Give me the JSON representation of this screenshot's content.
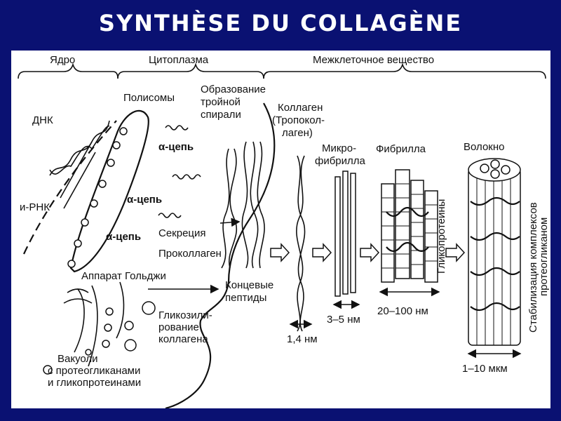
{
  "title": "SYNTHÈSE DU COLLAGÈNE",
  "regions": {
    "nucleus": "Ядро",
    "cytoplasm": "Цитоплазма",
    "extracellular": "Межклеточное вещество"
  },
  "labels": {
    "dna": "ДНК",
    "mrna": "и-РНК",
    "polysomes": "Полисомы",
    "alpha_chain_1": "α-цепь",
    "alpha_chain_2": "α-цепь",
    "alpha_chain_3": "α-цепь",
    "triple_helix_l1": "Образование",
    "triple_helix_l2": "тройной",
    "triple_helix_l3": "спирали",
    "secretion": "Секреция",
    "procollagen": "Проколлаген",
    "golgi": "Аппарат Гольджи",
    "end_peptides_l1": "Концевые",
    "end_peptides_l2": "пептиды",
    "glycosylation_l1": "Гликозили-",
    "glycosylation_l2": "рование",
    "glycosylation_l3": "коллагена",
    "vacuoles_l1": "Вакуоли",
    "vacuoles_l2": "с протеогликанами",
    "vacuoles_l3": "и гликопротеинами",
    "collagen_l1": "Коллаген",
    "collagen_l2": "(Тропокол-",
    "collagen_l3": "лаген)",
    "microfibril_l1": "Микро-",
    "microfibril_l2": "фибрилла",
    "fibril": "Фибрилла",
    "fiber": "Волокно",
    "glycoproteins": "Гликопротеины",
    "stabilization_l1": "Стабилизация комплексов",
    "stabilization_l2": "протеогликаном"
  },
  "dimensions": {
    "collagen": "1,4 нм",
    "microfibril": "3–5 нм",
    "fibril": "20–100 нм",
    "fiber": "1–10 мкм"
  },
  "colors": {
    "background": "#0a1172",
    "panel": "#ffffff",
    "ink": "#111111"
  }
}
